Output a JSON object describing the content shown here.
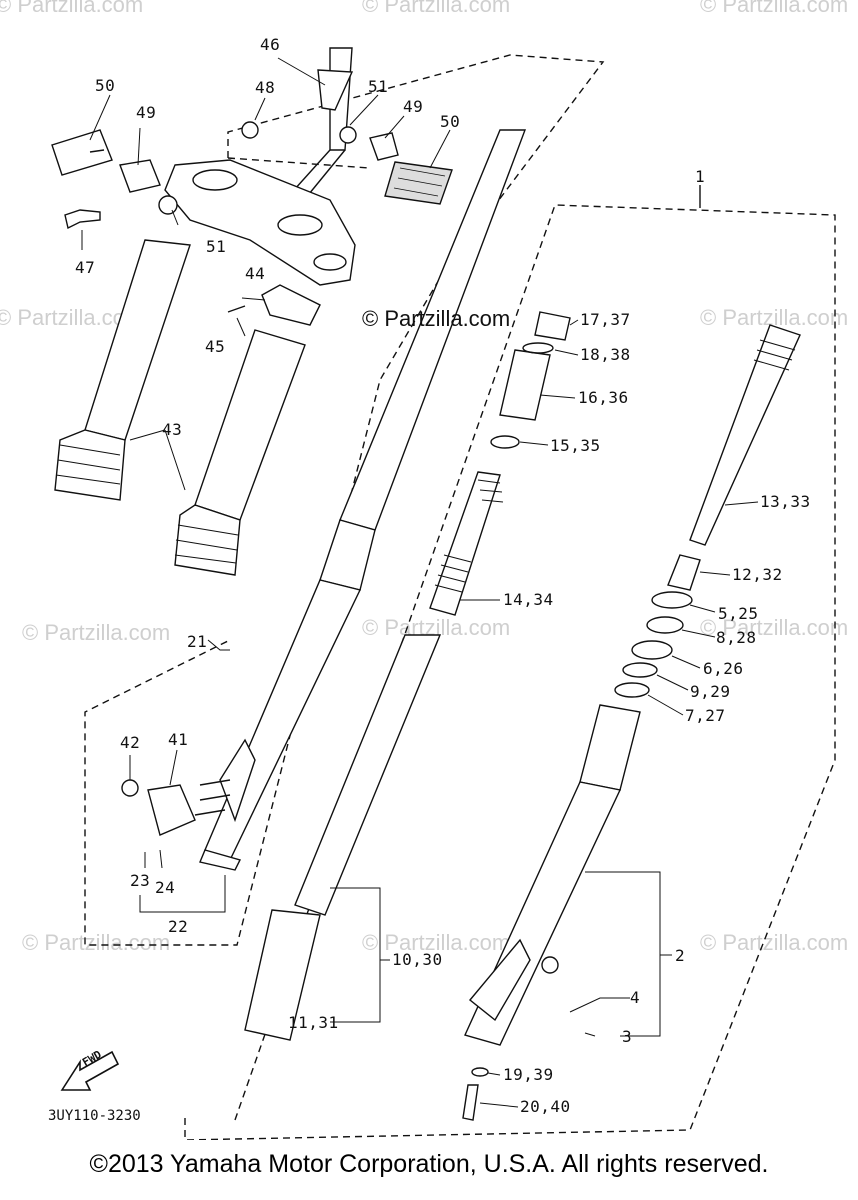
{
  "diagram": {
    "watermarks": [
      "© Partzilla.com",
      "© Partzilla.com",
      "© Partzilla.com",
      "© Partzilla.com",
      "© Partzilla.com",
      "© Partzilla.com",
      "© Partzilla.com",
      "© Partzilla.com",
      "© Partzilla.com",
      "© Partzilla.com",
      "© Partzilla.com",
      "© Partzilla.com"
    ],
    "center_watermark": "© Partzilla.com",
    "callouts": [
      "46",
      "48",
      "51",
      "49",
      "50",
      "50",
      "49",
      "47",
      "51",
      "44",
      "45",
      "43",
      "21",
      "42",
      "41",
      "23",
      "24",
      "22",
      "17,37",
      "18,38",
      "16,36",
      "15,35",
      "14,34",
      "13,33",
      "12,32",
      "5,25",
      "8,28",
      "6,26",
      "9,29",
      "7,27",
      "10,30",
      "11,31",
      "2",
      "4",
      "3",
      "19,39",
      "20,40",
      "1"
    ],
    "diagram_code": "3UY110-3230",
    "fwd_label": "FWD"
  },
  "footer": "©2013 Yamaha Motor Corporation, U.S.A. All rights reserved."
}
